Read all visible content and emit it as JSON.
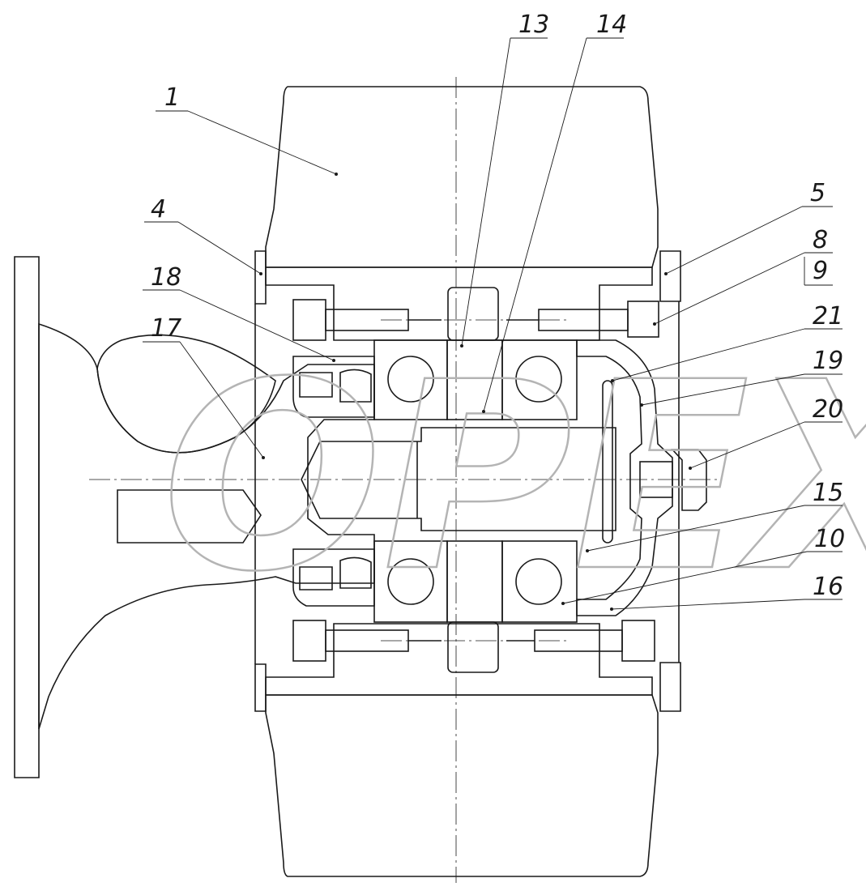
{
  "drawing": {
    "watermark_text": "OPEX",
    "callouts": [
      "1",
      "4",
      "5",
      "8",
      "9",
      "10",
      "13",
      "14",
      "15",
      "16",
      "17",
      "18",
      "19",
      "20",
      "21"
    ]
  },
  "colors": {
    "line": "#1a1a1a",
    "hatch": "#5a5a5a",
    "watermark": "#b4b4b4",
    "background": "#ffffff"
  }
}
